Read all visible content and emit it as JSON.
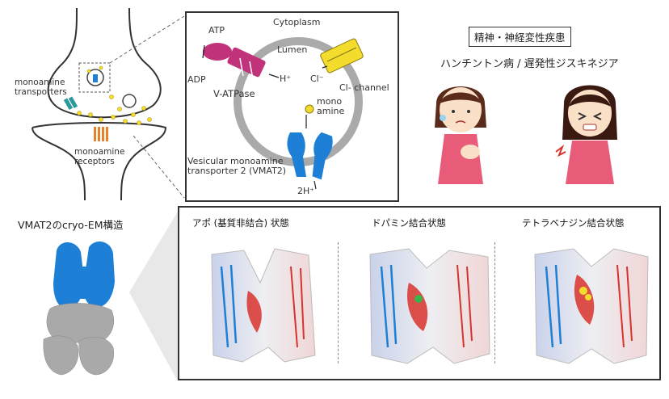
{
  "synapse": {
    "transporters_label": "monoamine\ntransporters",
    "receptors_label": "monoamine\nreceptors"
  },
  "vesicle": {
    "atp": "ATP",
    "adp": "ADP",
    "h_plus": "H⁺",
    "vatpase": "V-ATPase",
    "cytoplasm": "Cytoplasm",
    "lumen": "Lumen",
    "cl_ion": "Cl⁻",
    "cl_channel": "Cl- channel",
    "monoamine": "mono\namine",
    "vmat2": "Vesicular monoamine\ntransporter 2 (VMAT2)",
    "two_h": "2H⁺"
  },
  "disease": {
    "title": "精神・神経変性疾患",
    "subtitle": "ハンチントン病 / 遅発性ジスキネジア"
  },
  "cryoem": {
    "title": "VMAT2のcryo-EM構造"
  },
  "states": [
    {
      "label": "アポ (基質非結合) 状態"
    },
    {
      "label": "ドパミン結合状態"
    },
    {
      "label": "テトラベナジン結合状態"
    }
  ],
  "colors": {
    "blue": "#1e7fd6",
    "magenta": "#c0337a",
    "yellow": "#f4dc2c",
    "orange": "#e8822a",
    "teal": "#2a9a9a",
    "red": "#d8322c"
  }
}
